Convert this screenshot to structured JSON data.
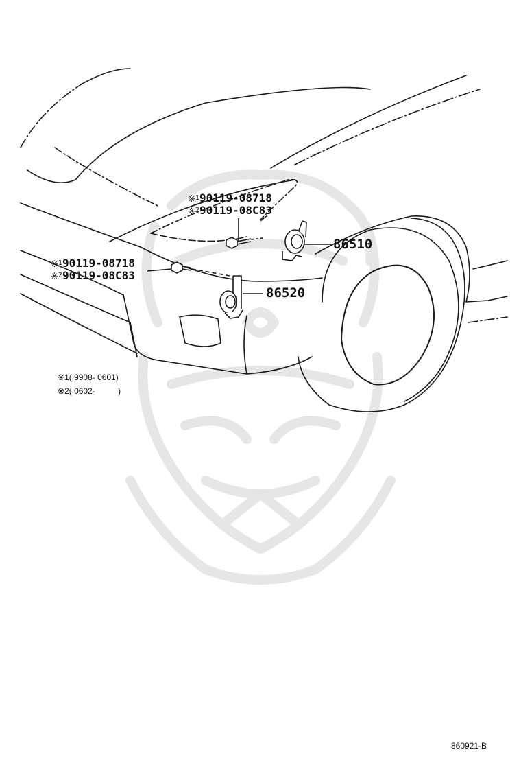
{
  "diagram": {
    "upper_callout": {
      "line1": {
        "mark": "※",
        "variant": "1",
        "part": "90119-08718"
      },
      "line2": {
        "mark": "※",
        "variant": "2",
        "part": "90119-08C83"
      }
    },
    "lower_callout": {
      "line1": {
        "mark": "※",
        "variant": "1",
        "part": "90119-08718"
      },
      "line2": {
        "mark": "※",
        "variant": "2",
        "part": "90119-08C83"
      }
    },
    "horn_high": {
      "part": "86510"
    },
    "horn_low": {
      "part": "86520"
    },
    "footnotes": [
      {
        "mark": "※",
        "variant": "1",
        "text": "( 9908- 0601)"
      },
      {
        "mark": "※",
        "variant": "2",
        "text": "( 0602-          )"
      }
    ],
    "drawing_id": "860921-B",
    "colors": {
      "line": "#1a1a1a",
      "watermark": "#ececec",
      "background": "#ffffff"
    }
  }
}
